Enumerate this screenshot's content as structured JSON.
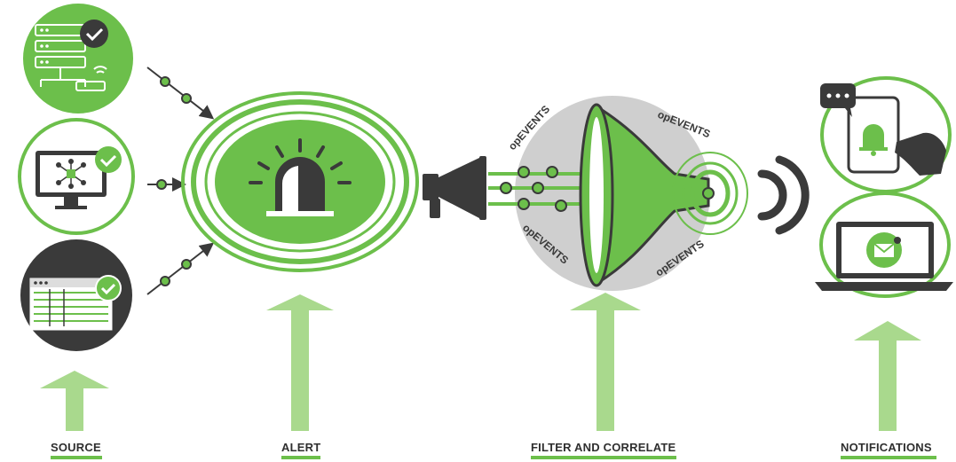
{
  "colors": {
    "green": "#6cbf4b",
    "light_green": "#a9d98d",
    "pale_green": "#c9e8b6",
    "dark": "#3a3a3a",
    "grey": "#cfcfcf",
    "white": "#ffffff"
  },
  "stages": [
    {
      "label": "SOURCE"
    },
    {
      "label": "ALERT"
    },
    {
      "label": "FILTER AND CORRELATE"
    },
    {
      "label": "NOTIFICATIONS"
    }
  ],
  "funnel_labels": [
    "opEVENTS",
    "opEVENTS",
    "opEVENTS",
    "opEVENTS"
  ],
  "icons": {
    "source_1": "server-network-icon",
    "source_2": "monitor-network-icon",
    "source_3": "spreadsheet-window-icon",
    "alert": "siren-icon",
    "megaphone": "megaphone-icon",
    "funnel": "funnel-icon",
    "signal": "signal-waves-icon",
    "phone": "phone-notification-icon",
    "laptop": "laptop-email-icon"
  }
}
